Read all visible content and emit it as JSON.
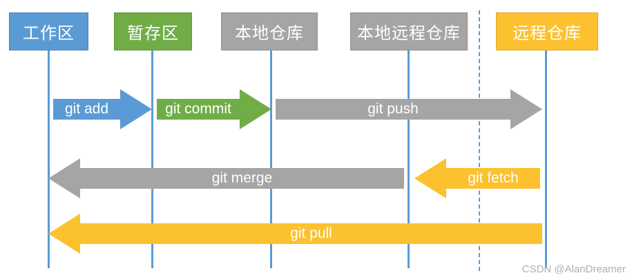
{
  "diagram": {
    "nodes": [
      {
        "id": "working_area",
        "label": "工作区",
        "color": "#5B9BD5"
      },
      {
        "id": "staging_area",
        "label": "暂存区",
        "color": "#70AD47"
      },
      {
        "id": "local_repo",
        "label": "本地仓库",
        "color": "#A5A5A5"
      },
      {
        "id": "local_remote_repo",
        "label": "本地远程仓库",
        "color": "#A5A5A5"
      },
      {
        "id": "remote_repo",
        "label": "远程仓库",
        "color": "#FCC12F"
      }
    ],
    "arrows": [
      {
        "id": "git_add",
        "label": "git add",
        "direction": "right",
        "from": "working_area",
        "to": "staging_area",
        "color": "#5B9BD5"
      },
      {
        "id": "git_commit",
        "label": "git commit",
        "direction": "right",
        "from": "staging_area",
        "to": "local_repo",
        "color": "#70AD47"
      },
      {
        "id": "git_push",
        "label": "git push",
        "direction": "right",
        "from": "local_repo",
        "to": "remote_repo",
        "color": "#A5A5A5"
      },
      {
        "id": "git_merge",
        "label": "git merge",
        "direction": "left",
        "from": "local_remote_repo",
        "to": "working_area",
        "color": "#A5A5A5"
      },
      {
        "id": "git_fetch",
        "label": "git fetch",
        "direction": "left",
        "from": "remote_repo",
        "to": "local_remote_repo",
        "color": "#FCC12F"
      },
      {
        "id": "git_pull",
        "label": "git pull",
        "direction": "left",
        "from": "remote_repo",
        "to": "working_area",
        "color": "#FCC12F"
      }
    ],
    "lifeline_color": "#5B9BD5",
    "boundary_line_style": "dashed",
    "watermark": "CSDN @AlanDreamer"
  }
}
